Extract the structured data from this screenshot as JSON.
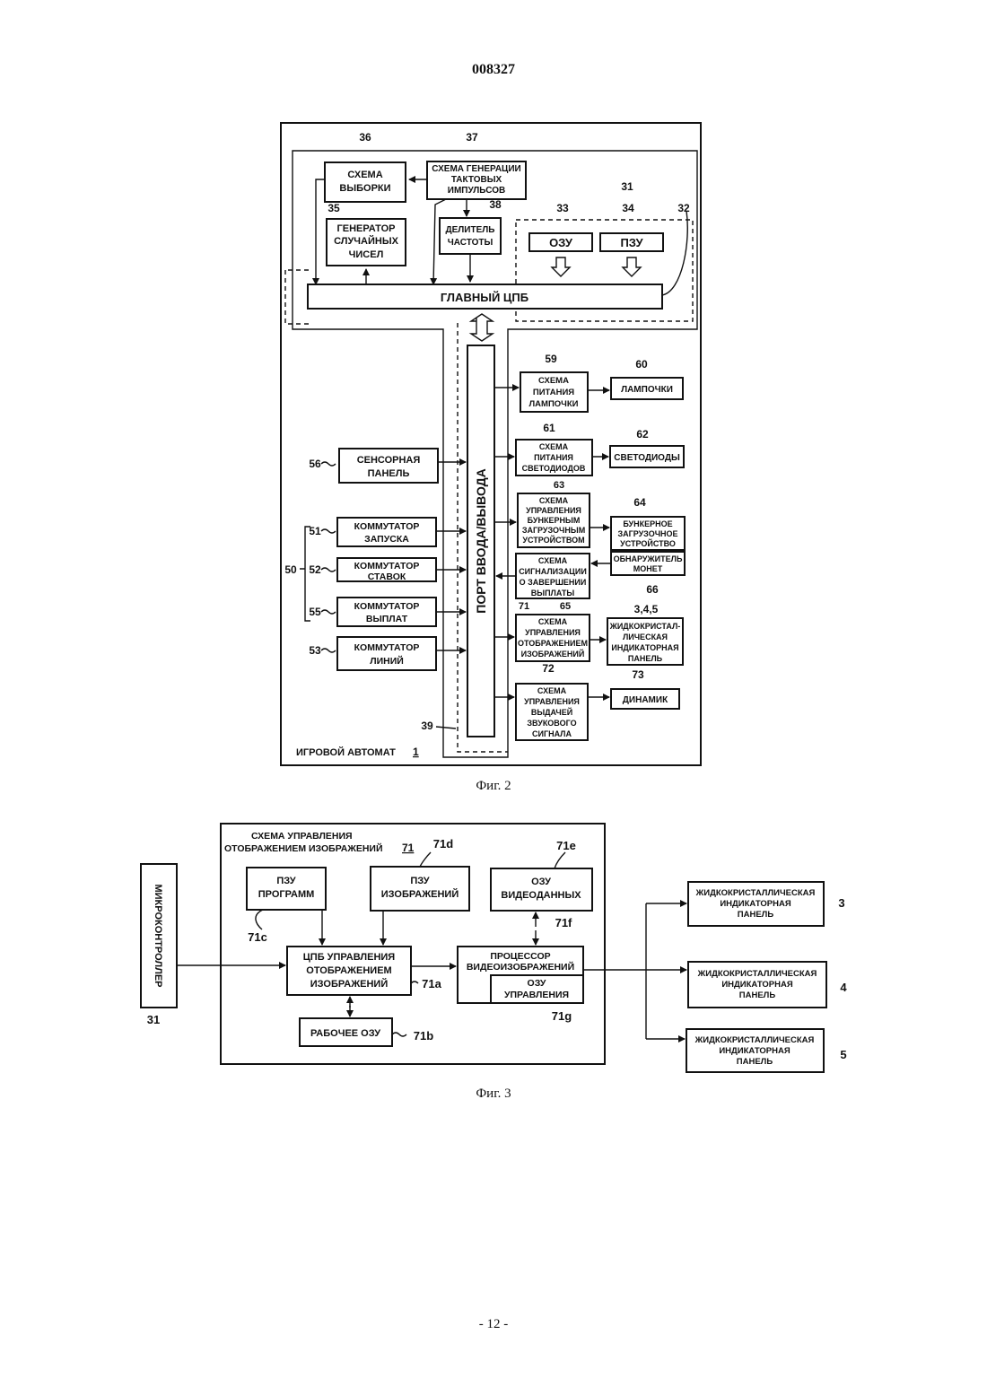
{
  "page": {
    "number": "008327",
    "footer": "- 12 -"
  },
  "fig2": {
    "caption": "Фиг. 2",
    "machine_label": "ИГРОВОЙ АВТОМАТ",
    "machine_ref": "1",
    "refs": {
      "r36": "36",
      "r37": "37",
      "r31": "31",
      "r33": "33",
      "r34": "34",
      "r32": "32",
      "r35": "35",
      "r38": "38",
      "r59": "59",
      "r60": "60",
      "r61": "61",
      "r62": "62",
      "r63": "63",
      "r64": "64",
      "r66": "66",
      "r71": "71",
      "r65": "65",
      "r345": "3,4,5",
      "r72": "72",
      "r73": "73",
      "r39": "39",
      "r56": "56",
      "r51": "51",
      "r50": "50",
      "r52": "52",
      "r55": "55",
      "r53": "53"
    },
    "blocks": {
      "sampling": [
        "СХЕМА",
        "ВЫБОРКИ"
      ],
      "clock": [
        "СХЕМА ГЕНЕРАЦИИ",
        "ТАКТОВЫХ",
        "ИМПУЛЬСОВ"
      ],
      "rng": [
        "ГЕНЕРАТОР",
        "СЛУЧАЙНЫХ",
        "ЧИСЕЛ"
      ],
      "divider": [
        "ДЕЛИТЕЛЬ",
        "ЧАСТОТЫ"
      ],
      "ram": "ОЗУ",
      "rom": "ПЗУ",
      "main_cpu": "ГЛАВНЫЙ ЦПБ",
      "io_port": "ПОРТ ВВОДА/ВЫВОДА",
      "lamp_drv": [
        "СХЕМА",
        "ПИТАНИЯ",
        "ЛАМПОЧКИ"
      ],
      "lamps": "ЛАМПОЧКИ",
      "led_drv": [
        "СХЕМА",
        "ПИТАНИЯ",
        "СВЕТОДИОДОВ"
      ],
      "leds": "СВЕТОДИОДЫ",
      "hopper_ctrl": [
        "СХЕМА",
        "УПРАВЛЕНИЯ",
        "БУНКЕРНЫМ",
        "ЗАГРУЗОЧНЫМ",
        "УСТРОЙСТВОМ"
      ],
      "hopper": [
        "БУНКЕРНОЕ",
        "ЗАГРУЗОЧНОЕ",
        "УСТРОЙСТВО"
      ],
      "coin_det": [
        "ОБНАРУЖИТЕЛЬ",
        "МОНЕТ"
      ],
      "payout_sig": [
        "СХЕМА",
        "СИГНАЛИЗАЦИИ",
        "О ЗАВЕРШЕНИИ",
        "ВЫПЛАТЫ"
      ],
      "img_ctrl": [
        "СХЕМА",
        "УПРАВЛЕНИЯ",
        "ОТОБРАЖЕНИЕМ",
        "ИЗОБРАЖЕНИЙ"
      ],
      "lcd": [
        "ЖИДКОКРИСТАЛ-",
        "ЛИЧЕСКАЯ",
        "ИНДИКАТОРНАЯ",
        "ПАНЕЛЬ"
      ],
      "sound_ctrl": [
        "СХЕМА",
        "УПРАВЛЕНИЯ",
        "ВЫДАЧЕЙ",
        "ЗВУКОВОГО",
        "СИГНАЛА"
      ],
      "speaker": "ДИНАМИК",
      "touch": [
        "СЕНСОРНАЯ",
        "ПАНЕЛЬ"
      ],
      "start_sw": [
        "КОММУТАТОР",
        "ЗАПУСКА"
      ],
      "bet_sw": [
        "КОММУТАТОР",
        "СТАВОК"
      ],
      "pay_sw": [
        "КОММУТАТОР",
        "ВЫПЛАТ"
      ],
      "line_sw": [
        "КОММУТАТОР",
        "ЛИНИЙ"
      ]
    }
  },
  "fig3": {
    "caption": "Фиг. 3",
    "title": [
      "СХЕМА УПРАВЛЕНИЯ",
      "ОТОБРАЖЕНИЕМ ИЗОБРАЖЕНИЙ"
    ],
    "title_ref": "71",
    "refs": {
      "r71d": "71d",
      "r71e": "71e",
      "r71c": "71c",
      "r71f": "71f",
      "r71a": "71a",
      "r71g": "71g",
      "r71b": "71b",
      "r31": "31",
      "r3": "3",
      "r4": "4",
      "r5": "5"
    },
    "blocks": {
      "micro": "МИКРОКОНТРОЛЛЕР",
      "prog_rom": [
        "ПЗУ",
        "ПРОГРАММ"
      ],
      "img_rom": [
        "ПЗУ",
        "ИЗОБРАЖЕНИЙ"
      ],
      "vram": [
        "ОЗУ",
        "ВИДЕОДАННЫХ"
      ],
      "cpu": [
        "ЦПБ УПРАВЛЕНИЯ",
        "ОТОБРАЖЕНИЕМ",
        "ИЗОБРАЖЕНИЙ"
      ],
      "vdp": [
        "ПРОЦЕССОР",
        "ВИДЕОИЗОБРАЖЕНИЙ"
      ],
      "ctrl_ram": [
        "ОЗУ",
        "УПРАВЛЕНИЯ"
      ],
      "work_ram": "РАБОЧЕЕ ОЗУ",
      "lcd": [
        "ЖИДКОКРИСТАЛЛИЧЕСКАЯ",
        "ИНДИКАТОРНАЯ",
        "ПАНЕЛЬ"
      ]
    }
  }
}
